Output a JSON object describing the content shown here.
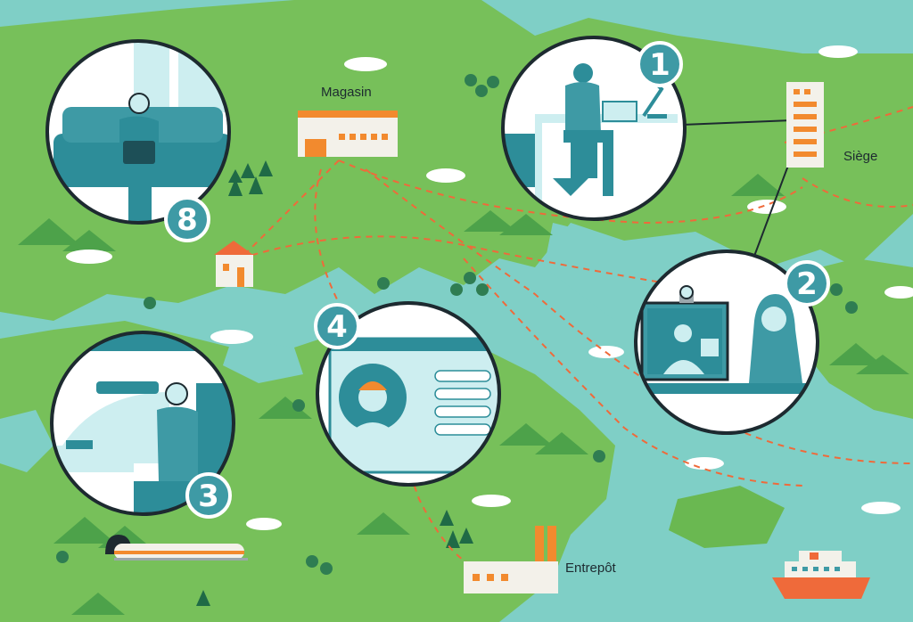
{
  "places": {
    "store": "Magasin",
    "headquarters": "Siège",
    "warehouse": "Entrepôt"
  },
  "badges": [
    "1",
    "2",
    "3",
    "4",
    "8"
  ],
  "colors": {
    "water": "#7fcfc6",
    "land": "#77c05a",
    "land_dark": "#5aa844",
    "tree": "#2f7d52",
    "route": "#ef6a3a",
    "badge": "#3e9aa5",
    "accent_orange": "#f28a2e",
    "scene_teal": "#2d8d99",
    "scene_light": "#cdeef0"
  },
  "icons": [
    "store-icon",
    "headquarters-building-icon",
    "warehouse-icon",
    "house-icon",
    "train-icon",
    "ship-icon",
    "cloud-icon",
    "tree-icon",
    "mountain-icon"
  ]
}
